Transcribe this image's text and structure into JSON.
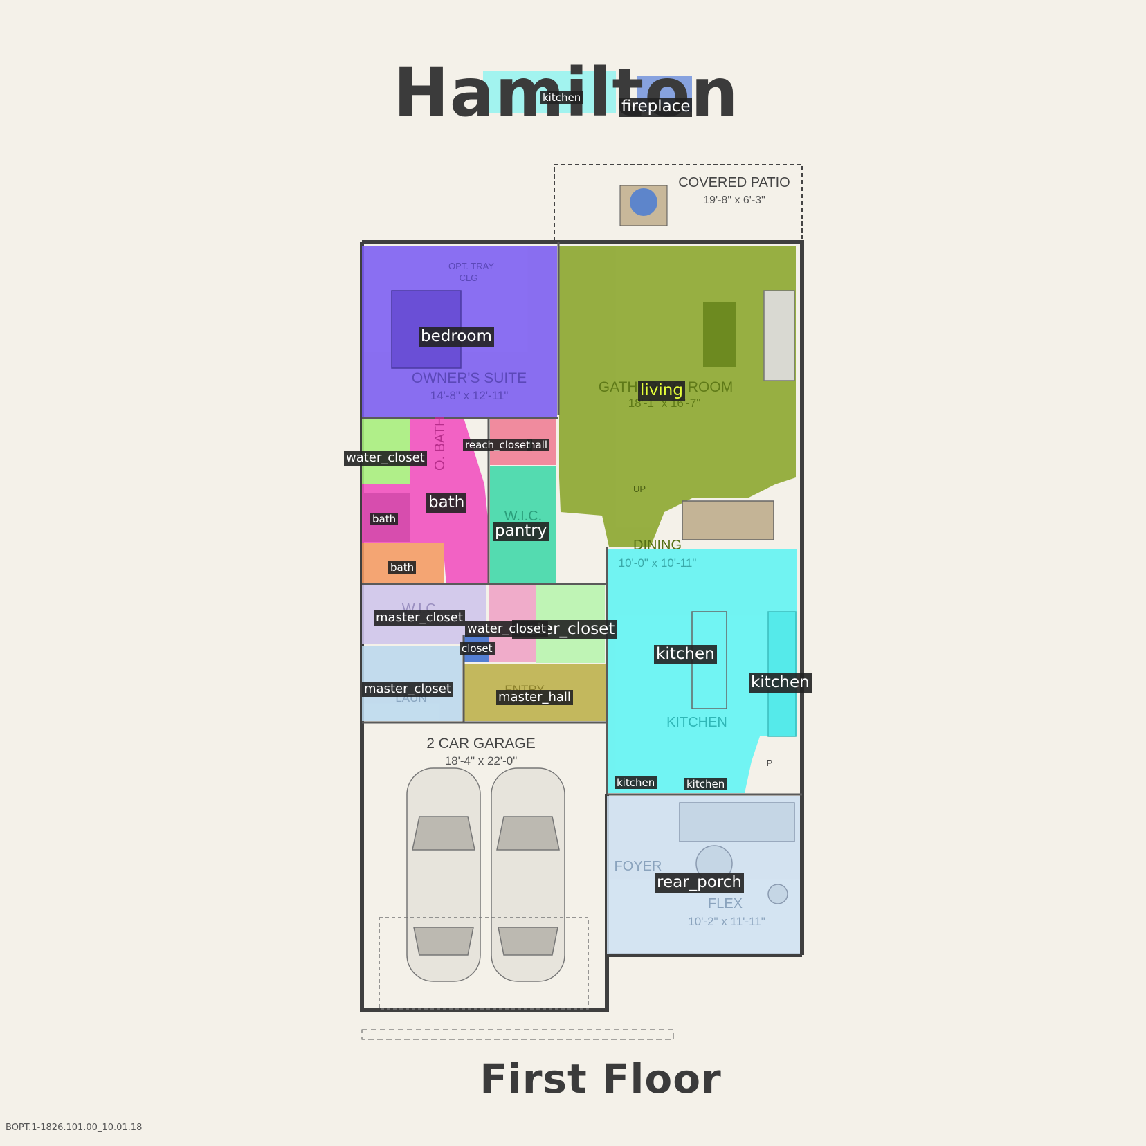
{
  "titles": {
    "house": "Hamilton",
    "floor": "First Floor",
    "doc_code": "BOPT.1-1826.101.00_10.01.18"
  },
  "plan_text": {
    "covered_patio": "COVERED PATIO",
    "covered_patio_dim": "19'-8\" x 6'-3\"",
    "opt_tray": "OPT. TRAY",
    "clg": "CLG",
    "owners_suite": "OWNER'S SUITE",
    "owners_suite_dim": "14'-8\" x 12'-11\"",
    "gathering_room": "GATHERING ROOM",
    "gathering_room_dim": "18'-1\" x 16'-7\"",
    "o_bath": "O. BATH",
    "wic_1": "W.I.C.",
    "up": "UP",
    "dining": "DINING",
    "dining_dim": "10'-0\" x 10'-11\"",
    "wic_2": "W.I.C.",
    "entry": "ENTRY",
    "laun": "LAUN",
    "kitchen_room": "KITCHEN",
    "pantry_p": "P",
    "garage": "2 CAR GARAGE",
    "garage_dim": "18'-4\" x 22'-0\"",
    "foyer": "FOYER",
    "flex": "FLEX",
    "flex_dim": "10'-2\" x 11'-11\""
  },
  "labels": {
    "kitchen_title": "kitchen",
    "fireplace": "fireplace",
    "bedroom": "bedroom",
    "living": "living",
    "water_closet_1": "water_closet",
    "reach_closet": "reach_closet",
    "hall": "hall",
    "bath_main": "bath",
    "bath_shower": "bath",
    "bath_tub": "bath",
    "pantry": "pantry",
    "master_closet_1": "master_closet",
    "water_closet_2": "water_closet",
    "water_closet_3": "water_closet",
    "closet": "closet",
    "master_closet_2": "master_closet",
    "master_hall": "master_hall",
    "kitchen_main": "kitchen",
    "kitchen_side": "kitchen",
    "kitchen_small_1": "kitchen",
    "kitchen_small_2": "kitchen",
    "rear_porch": "rear_porch"
  },
  "colors": {
    "bedroom": "#7b5cf2",
    "living": "#8aa52a",
    "bath": "#f24fbf",
    "water_closet_green": "#a7ef7c",
    "pantry": "#3fd9a9",
    "master_closet_lavender": "#cfc5ec",
    "master_closet_blue": "#bcd9ee",
    "master_hall": "#bdb14a",
    "kitchen": "#5ff4f4",
    "rear_porch": "#cfe1f2",
    "wc_pink": "#f0a3c6",
    "wc_light_green": "#b8f5ae",
    "tub_orange": "#f49b63",
    "reach_closet": "#f07e94",
    "closet_blue": "#3d6fd1",
    "fireplace_blue": "#3d6ed8"
  }
}
